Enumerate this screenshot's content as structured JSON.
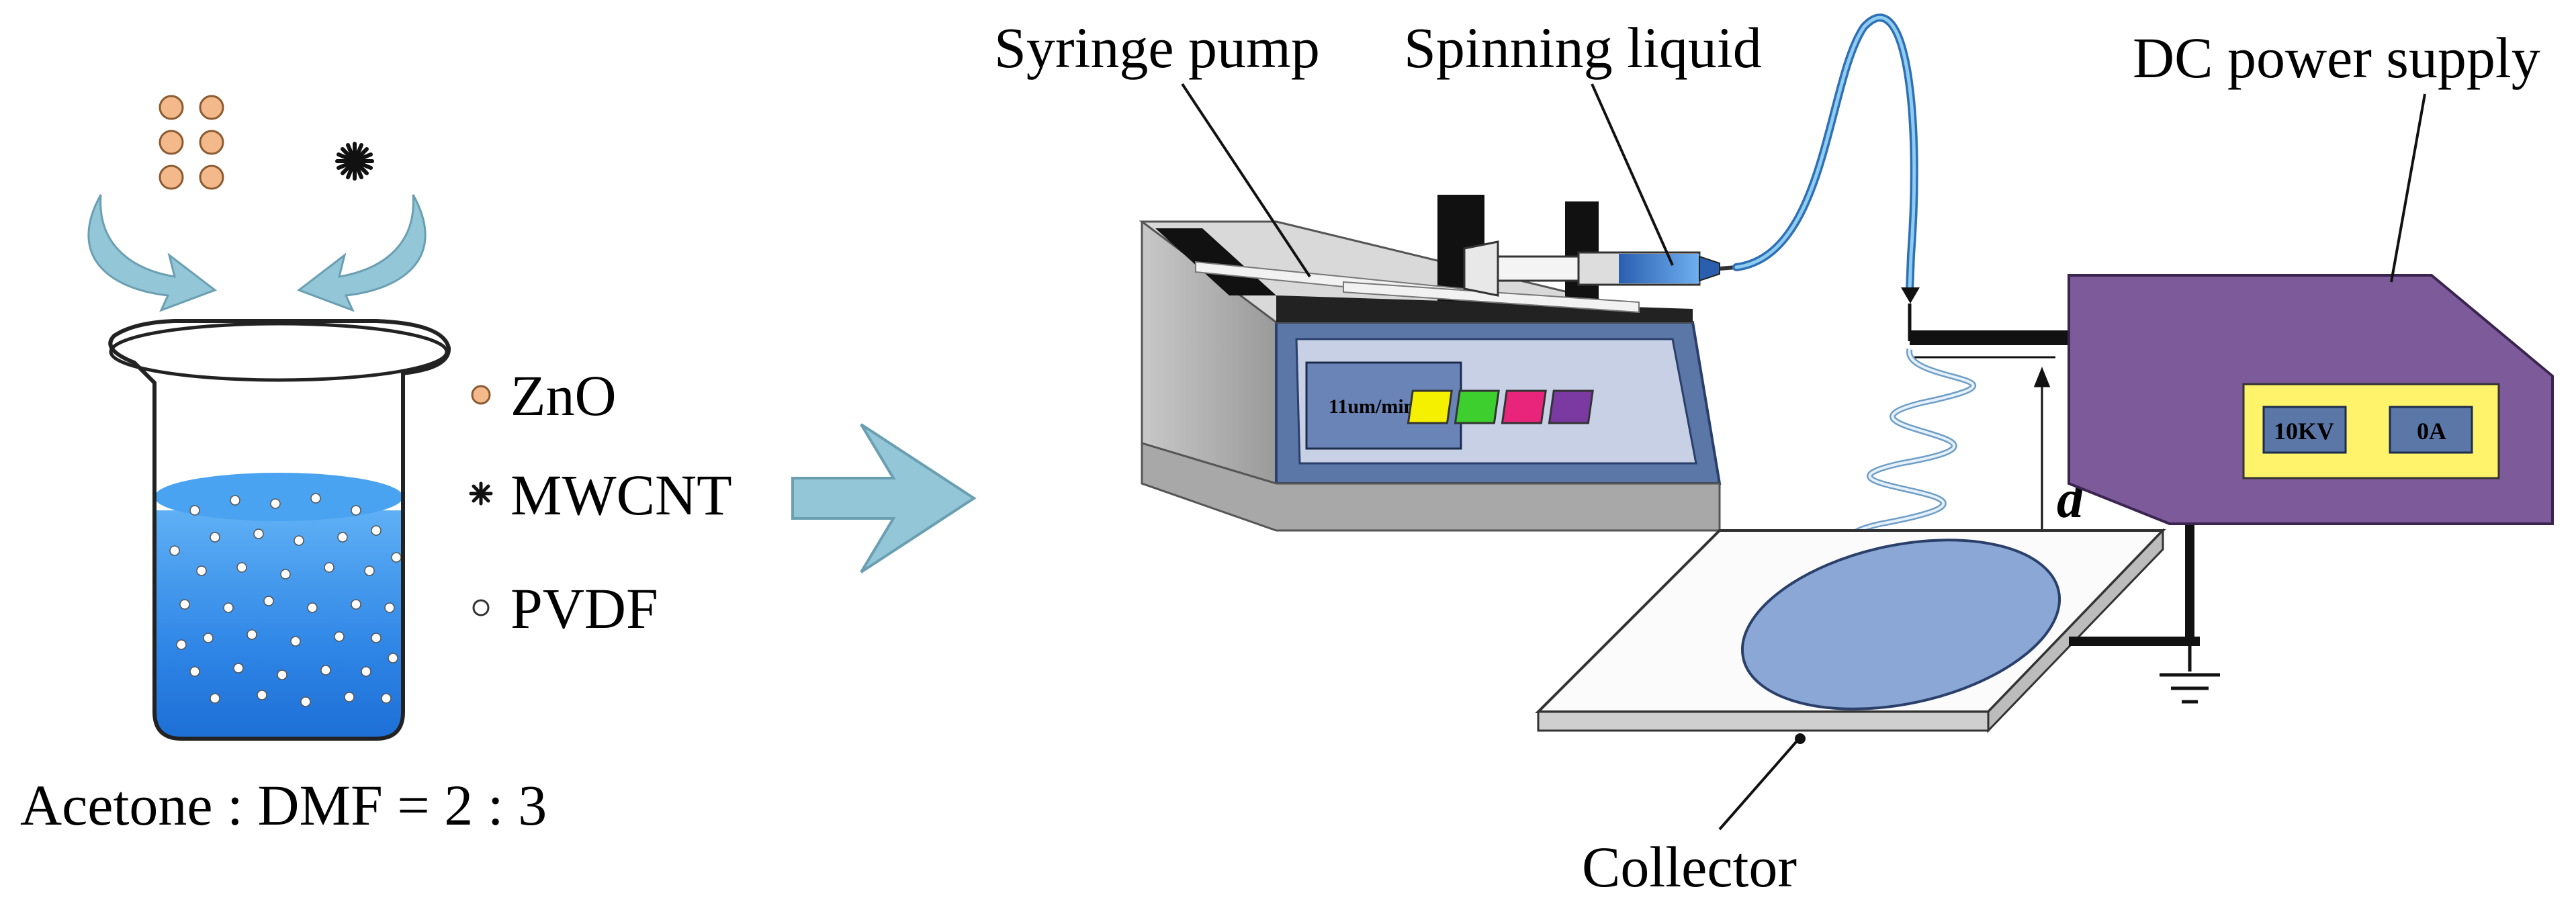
{
  "legend": {
    "zno": "ZnO",
    "mwcnt": "MWCNT",
    "pvdf": "PVDF"
  },
  "solvent_ratio": "Acetone : DMF = 2 : 3",
  "labels": {
    "syringe_pump": "Syringe pump",
    "spinning_liquid": "Spinning liquid",
    "dc_power_supply": "DC power supply",
    "collector": "Collector",
    "distance": "d"
  },
  "pump_display": "11um/min",
  "power_supply": {
    "voltage": "10KV",
    "current": "0A"
  },
  "colors": {
    "zno_particle": "#f4b98a",
    "solution": "#2f86e6",
    "arrow": "#93c6d6",
    "pump_panel": "#5b77a8",
    "power_supply": "#7d5b9b",
    "power_panel": "#fff36b",
    "collector_film": "#8aa7d6",
    "buttons": [
      "#f5ef00",
      "#3ccf2e",
      "#e8257a",
      "#7a3aa2"
    ]
  }
}
